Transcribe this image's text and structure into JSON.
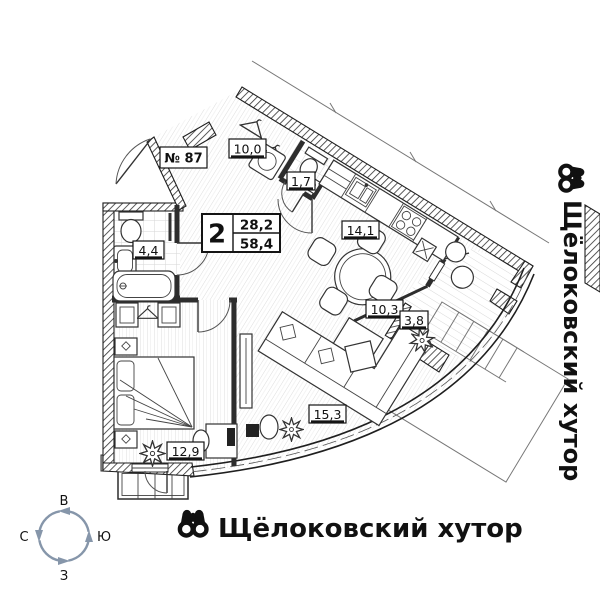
{
  "plan": {
    "apartment_label": "№ 87",
    "rooms_count": "2",
    "area_living": "28,2",
    "area_total": "58,4",
    "room_areas": {
      "hallway": "10,0",
      "wc": "1,7",
      "bathroom": "4,4",
      "kitchen": "14,1",
      "loggia": "10,3",
      "loggia_small": "3,8",
      "living_room": "15,3",
      "bedroom": "12,9"
    }
  },
  "branding": {
    "name_bottom": "Щёлоковский хутор",
    "name_side": "Щёлоковский хутор"
  },
  "compass": {
    "east": "В",
    "north": "С",
    "south": "Ю",
    "west": "З",
    "color": "#8696aa"
  },
  "colors": {
    "walls": "#1f1f1f",
    "floor_lines": "#dcdcdc"
  }
}
